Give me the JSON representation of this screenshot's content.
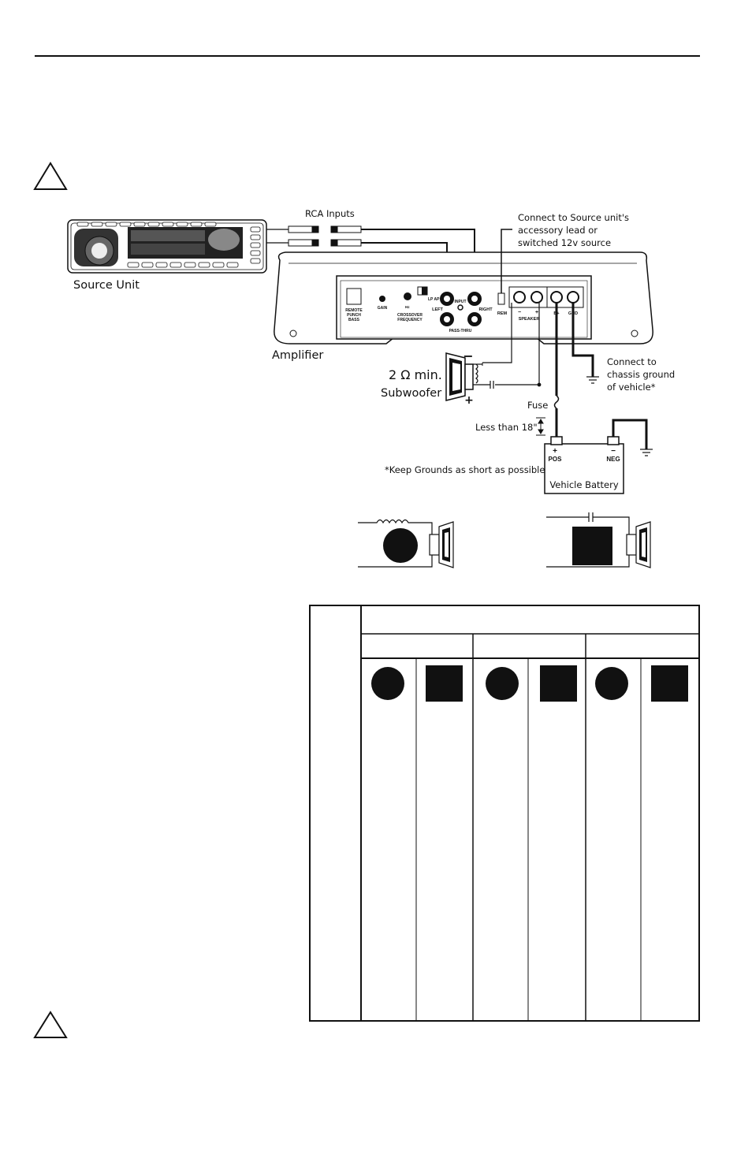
{
  "labels": {
    "rca_inputs": "RCA Inputs",
    "connect_source": [
      "Connect to Source unit's",
      "accessory lead or",
      "switched 12v source"
    ],
    "source_unit": "Source Unit",
    "amplifier": "Amplifier",
    "sub_min": "2 Ω min.",
    "subwoofer": "Subwoofer",
    "connect_ground": [
      "Connect to",
      "chassis ground",
      "of vehicle*"
    ],
    "fuse": "Fuse",
    "less_than": "Less than 18\"",
    "keep_grounds": "*Keep Grounds as short as possible",
    "vehicle_battery": "Vehicle Battery",
    "pos": "POS",
    "neg": "NEG",
    "plus": "+",
    "minus": "−"
  },
  "amp_panel": {
    "remote_punch_bass": [
      "REMOTE",
      "PUNCH",
      "BASS"
    ],
    "gain": "GAIN",
    "crossover": [
      "CROSSOVER",
      "FREQUENCY"
    ],
    "lp_ap": "LP  AP",
    "hz": "Hz",
    "input": "INPUT",
    "left": "LEFT",
    "right": "RIGHT",
    "pass_thru": "PASS-THRU",
    "rem": "REM",
    "speaker": "SPEAKER",
    "speaker_minus": "−",
    "speaker_plus": "+",
    "b_plus": "B+",
    "gnd": "GND"
  },
  "colors": {
    "ink": "#111111",
    "paper": "#ffffff",
    "panel": "#f2f2f2"
  }
}
